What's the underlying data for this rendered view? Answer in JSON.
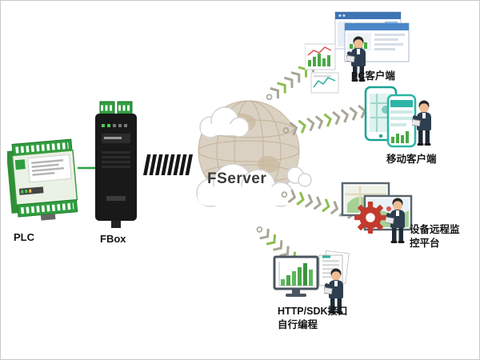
{
  "nodes": {
    "plc": {
      "label": "PLC"
    },
    "fbox": {
      "label": "FBox"
    },
    "fserver": {
      "label": "FServer"
    },
    "pc_client": {
      "label": "PC客户端"
    },
    "mobile_client": {
      "label": "移动客户端"
    },
    "monitor_platform": {
      "label_lines": [
        "设备远程监",
        "控平台"
      ]
    },
    "http_sdk": {
      "label_lines": [
        "HTTP/SDK接口",
        "自行编程"
      ]
    }
  },
  "connections": [
    {
      "from": "plc",
      "to": "fbox"
    },
    {
      "from": "fbox",
      "to": "fserver"
    },
    {
      "from": "fserver",
      "to": "pc_client"
    },
    {
      "from": "fserver",
      "to": "mobile_client"
    },
    {
      "from": "fserver",
      "to": "monitor_platform"
    },
    {
      "from": "fserver",
      "to": "http_sdk"
    }
  ],
  "colors": {
    "accent_green": "#2f9e3f",
    "teal": "#2cb5a5",
    "gear_red": "#c23b2e",
    "window_blue": "#4a86c8",
    "trail_gray": "#a8a696",
    "trail_green": "#8bbf4e",
    "device_black": "#191919",
    "globe_tan": "#dad1c2"
  }
}
